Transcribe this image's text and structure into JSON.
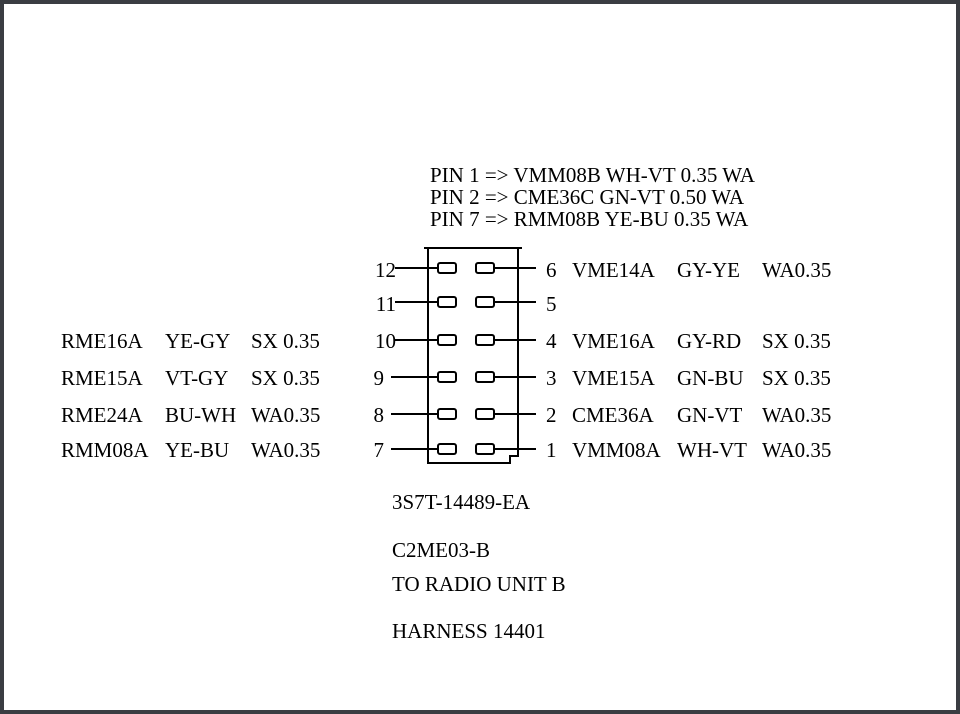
{
  "notes": [
    "PIN 1 => VMM08B WH-VT 0.35 WA",
    "PIN 2 => CME36C GN-VT 0.50 WA",
    "PIN 7 => RMM08B YE-BU 0.35 WA"
  ],
  "left_rows": [
    {
      "pin": "12",
      "code": "",
      "color": "",
      "spec": ""
    },
    {
      "pin": "11",
      "code": "",
      "color": "",
      "spec": ""
    },
    {
      "pin": "10",
      "code": "RME16A",
      "color": "YE-GY",
      "spec": "SX 0.35"
    },
    {
      "pin": "9",
      "code": "RME15A",
      "color": "VT-GY",
      "spec": "SX 0.35"
    },
    {
      "pin": "8",
      "code": "RME24A",
      "color": "BU-WH",
      "spec": "WA0.35"
    },
    {
      "pin": "7",
      "code": "RMM08A",
      "color": "YE-BU",
      "spec": "WA0.35"
    }
  ],
  "right_rows": [
    {
      "pin": "6",
      "code": "VME14A",
      "color": "GY-YE",
      "spec": "WA0.35"
    },
    {
      "pin": "5",
      "code": "",
      "color": "",
      "spec": ""
    },
    {
      "pin": "4",
      "code": "VME16A",
      "color": "GY-RD",
      "spec": "SX 0.35"
    },
    {
      "pin": "3",
      "code": "VME15A",
      "color": "GN-BU",
      "spec": "SX 0.35"
    },
    {
      "pin": "2",
      "code": "CME36A",
      "color": "GN-VT",
      "spec": "WA0.35"
    },
    {
      "pin": "1",
      "code": "VMM08A",
      "color": "WH-VT",
      "spec": "WA0.35"
    }
  ],
  "part_number": "3S7T-14489-EA",
  "connector_id": "C2ME03-B",
  "connector_desc": "TO RADIO UNIT B",
  "harness": "HARNESS 14401"
}
